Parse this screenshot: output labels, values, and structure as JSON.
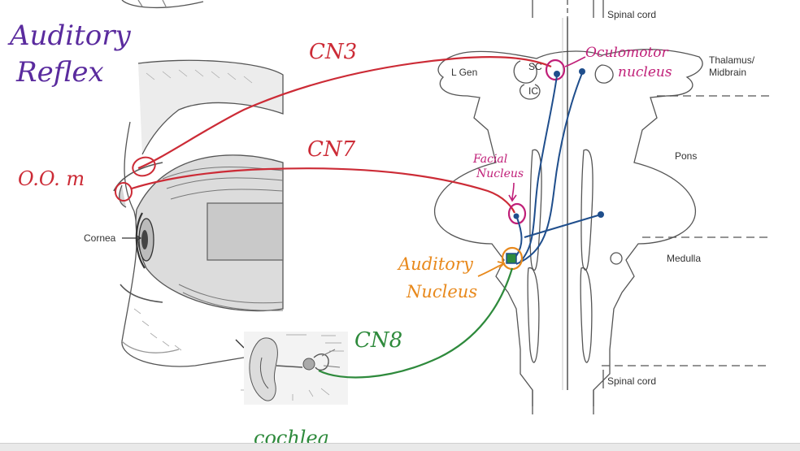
{
  "title": {
    "line1": "Auditory",
    "line2": "Reflex"
  },
  "printed_labels": {
    "spinal_cord_top": "Spinal cord",
    "spinal_cord_bottom": "Spinal cord",
    "l_gen": "L Gen",
    "sc": "SC",
    "ic": "IC",
    "thalamus_midbrain_1": "Thalamus/",
    "thalamus_midbrain_2": "Midbrain",
    "pons": "Pons",
    "medulla": "Medulla",
    "cornea": "Cornea"
  },
  "annotations": {
    "cn3": "CN3",
    "cn7": "CN7",
    "cn8": "CN8",
    "oom": "O.O. m",
    "oculomotor_1": "Oculomotor",
    "oculomotor_2": "nucleus",
    "facial_1": "Facial",
    "facial_2": "Nucleus",
    "auditory_1": "Auditory",
    "auditory_2": "Nucleus",
    "cochlea": "cochlea"
  },
  "colors": {
    "red": "#cc2b36",
    "magenta": "#c01f78",
    "blue": "#1f4e8c",
    "green": "#2e8a3c",
    "orange": "#e8891c",
    "purple": "#5a2b9e",
    "ink": "#555555"
  }
}
